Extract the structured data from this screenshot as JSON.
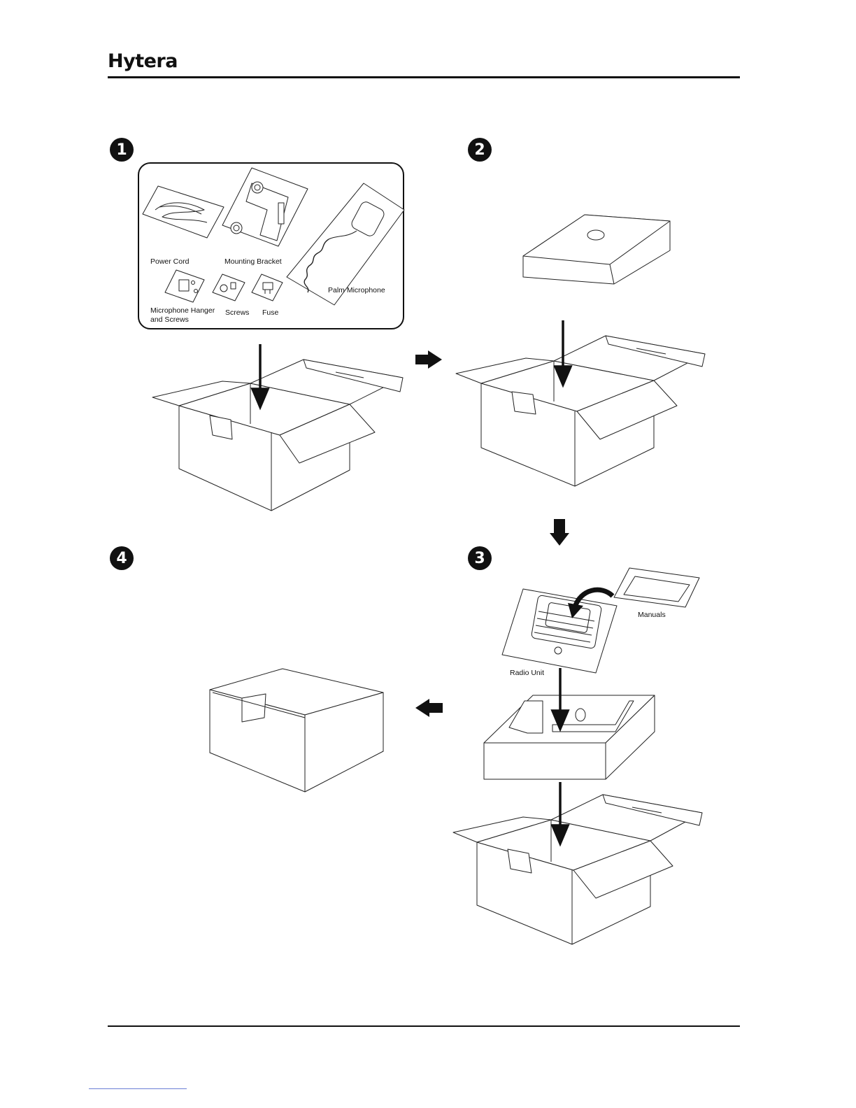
{
  "header": {
    "brand": "Hytera"
  },
  "steps": [
    {
      "number": "1"
    },
    {
      "number": "2"
    },
    {
      "number": "3"
    },
    {
      "number": "4"
    }
  ],
  "accessories": {
    "power_cord": "Power Cord",
    "mounting_bracket": "Mounting Bracket",
    "palm_microphone": "Palm Microphone",
    "microphone_hanger_line1": "Microphone Hanger",
    "microphone_hanger_line2": "and Screws",
    "screws": "Screws",
    "fuse": "Fuse"
  },
  "items": {
    "manuals": "Manuals",
    "radio_unit": "Radio Unit"
  },
  "icons": [
    "arrow-right-icon",
    "arrow-down-icon",
    "arrow-left-icon"
  ]
}
